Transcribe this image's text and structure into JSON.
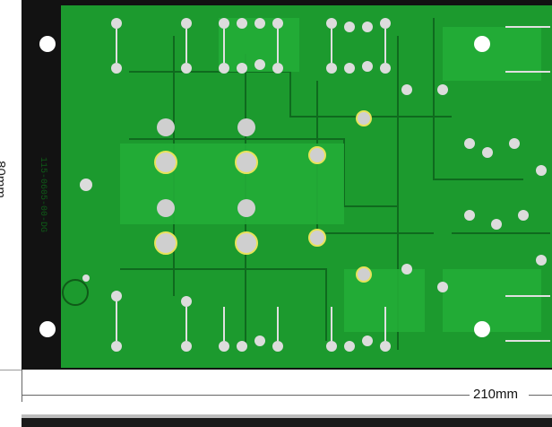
{
  "dimensions": {
    "height_label": "80mm",
    "width_label": "210mm"
  },
  "board": {
    "silkscreen_code": "115-0605-00-DG",
    "colors": {
      "solder_mask": "#1c9a2e",
      "trace": "#2fbf3c",
      "pad": "#d9d9d9",
      "frame": "#121212",
      "highlight_ring": "#e8e35a"
    }
  }
}
